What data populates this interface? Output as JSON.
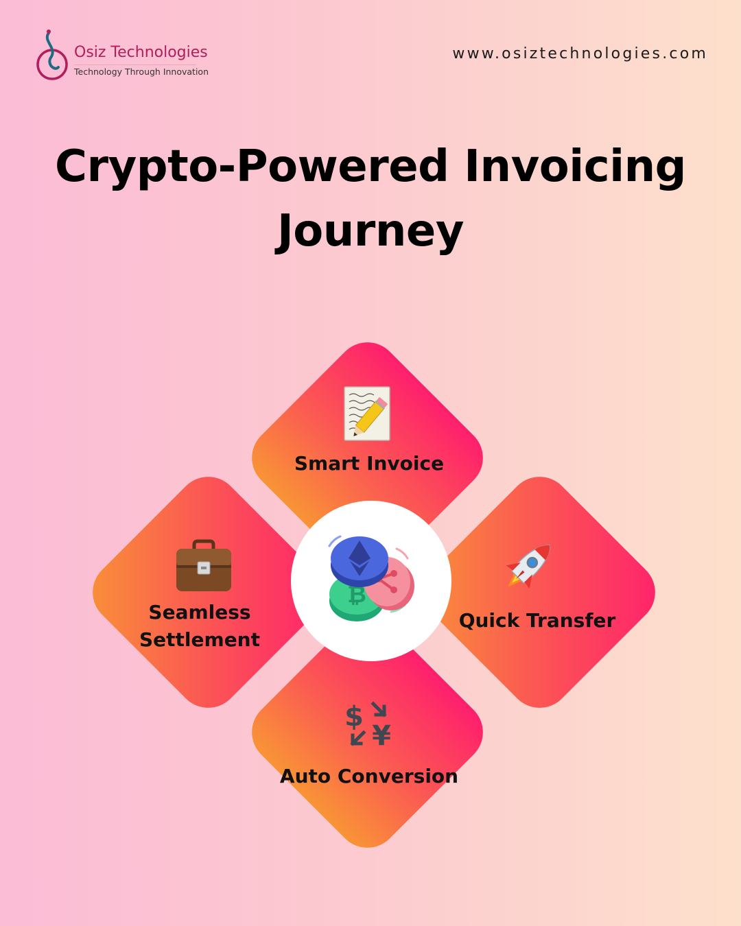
{
  "brand": {
    "name": "Osiz Technologies",
    "tagline": "Technology Through Innovation",
    "website": "www.osiztechnologies.com"
  },
  "title": "Crypto-Powered Invoicing Journey",
  "steps": [
    {
      "label": "Smart Invoice",
      "icon": "memo-pencil-icon"
    },
    {
      "label": "Quick Transfer",
      "icon": "rocket-icon"
    },
    {
      "label": "Auto Conversion",
      "icon": "currency-exchange-icon"
    },
    {
      "label": "Seamless Settlement",
      "icon": "briefcase-icon"
    }
  ],
  "center_icon": "crypto-coins-icon",
  "colors": {
    "accent_pink": "#ff1f6d",
    "accent_orange": "#f99436",
    "brand_magenta": "#b31d5b"
  }
}
